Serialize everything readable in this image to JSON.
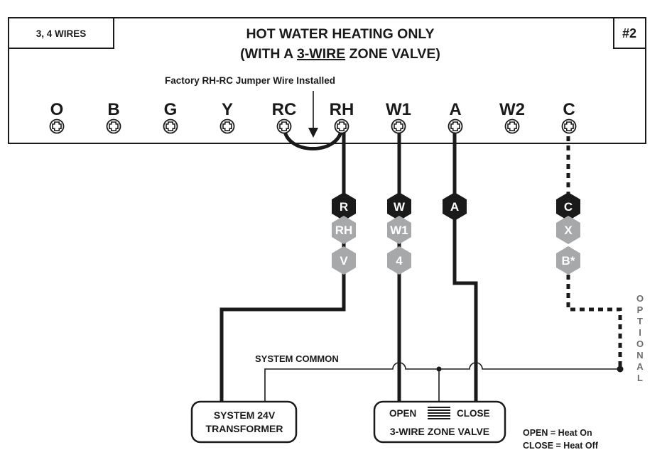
{
  "header": {
    "wires_label": "3, 4 WIRES",
    "title_line1": "HOT WATER HEATING ONLY",
    "title_line2_prefix": "(WITH A ",
    "title_line2_underlined": "3-WIRE",
    "title_line2_suffix": " ZONE VALVE)",
    "diagram_number": "#2"
  },
  "jumper_note": "Factory RH-RC Jumper Wire Installed",
  "terminals": [
    "O",
    "B",
    "G",
    "Y",
    "RC",
    "RH",
    "W1",
    "A",
    "W2",
    "C"
  ],
  "wire_codes": {
    "r": {
      "primary": "R",
      "alt1": "RH",
      "alt2": "V"
    },
    "w": {
      "primary": "W",
      "alt1": "W1",
      "alt2": "4"
    },
    "a": {
      "primary": "A"
    },
    "c": {
      "primary": "C",
      "alt1": "X",
      "alt2": "B*"
    }
  },
  "optional_label": "OPTIONAL",
  "system_common_label": "SYSTEM COMMON",
  "transformer": {
    "line1": "SYSTEM 24V",
    "line2": "TRANSFORMER"
  },
  "zone_valve": {
    "open": "OPEN",
    "close": "CLOSE",
    "label": "3-WIRE ZONE VALVE"
  },
  "legend": {
    "line1": "OPEN = Heat On",
    "line2": "CLOSE = Heat Off"
  },
  "colors": {
    "ink": "#1a1a1a",
    "hex_dark": "#1a1a1a",
    "hex_gray": "#a7a8aa"
  }
}
